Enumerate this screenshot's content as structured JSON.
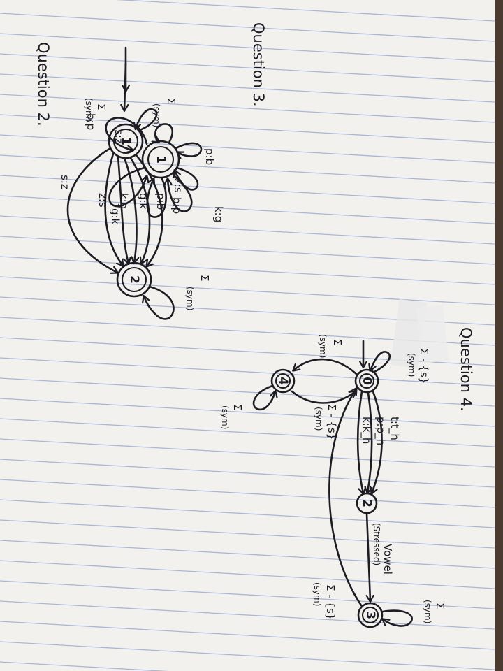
{
  "colors": {
    "paper": "#f3f1ee",
    "rule_line": "#a9b6d6",
    "margin_line": "#d9a7a7",
    "ink": "#1c1c22",
    "tape": "#e9e9e9",
    "background": "#4a3a30"
  },
  "question2": {
    "title": "Question 2.",
    "state": "1",
    "loops": [
      "b:p",
      "p:b",
      "g:k",
      "k:g",
      "z:s",
      "s:z"
    ],
    "sigma_label": "Σ",
    "sym_label": "(sym)"
  },
  "question3": {
    "title": "Question 3.",
    "state_start": "1",
    "state_end": "2",
    "start_loop_sigma": "Σ",
    "start_loop_sym": "(sym)",
    "end_loop_sigma": "Σ",
    "end_loop_sym": "(sym)",
    "arcs": [
      "b:p",
      "p:b",
      "g:k",
      "k:g",
      "z:s",
      "s:z"
    ]
  },
  "question4": {
    "title": "Question 4.",
    "states": [
      "0",
      "2",
      "3",
      "4"
    ],
    "start_loop_sigma": "Σ - {s}",
    "start_loop_sym": "(sym)",
    "edge_0_4_sigma": "Σ",
    "edge_0_4_sym": "(sym)",
    "edge_4_0_sigma": "Σ - {s}",
    "edge_4_0_sym": "(sym)",
    "loop4_sigma": "Σ",
    "loop4_sym": "(sym)",
    "edges_0_2": [
      "t:t_h",
      "p:p_h",
      "k:k_h"
    ],
    "edge_2_3_top": "Vowel",
    "edge_2_3_bottom": "(Stressed)",
    "loop3_sigma": "Σ",
    "loop3_sym": "(sym)",
    "edge_3_0_sigma": "Σ - {s}",
    "edge_3_0_sym": "(sym)"
  }
}
